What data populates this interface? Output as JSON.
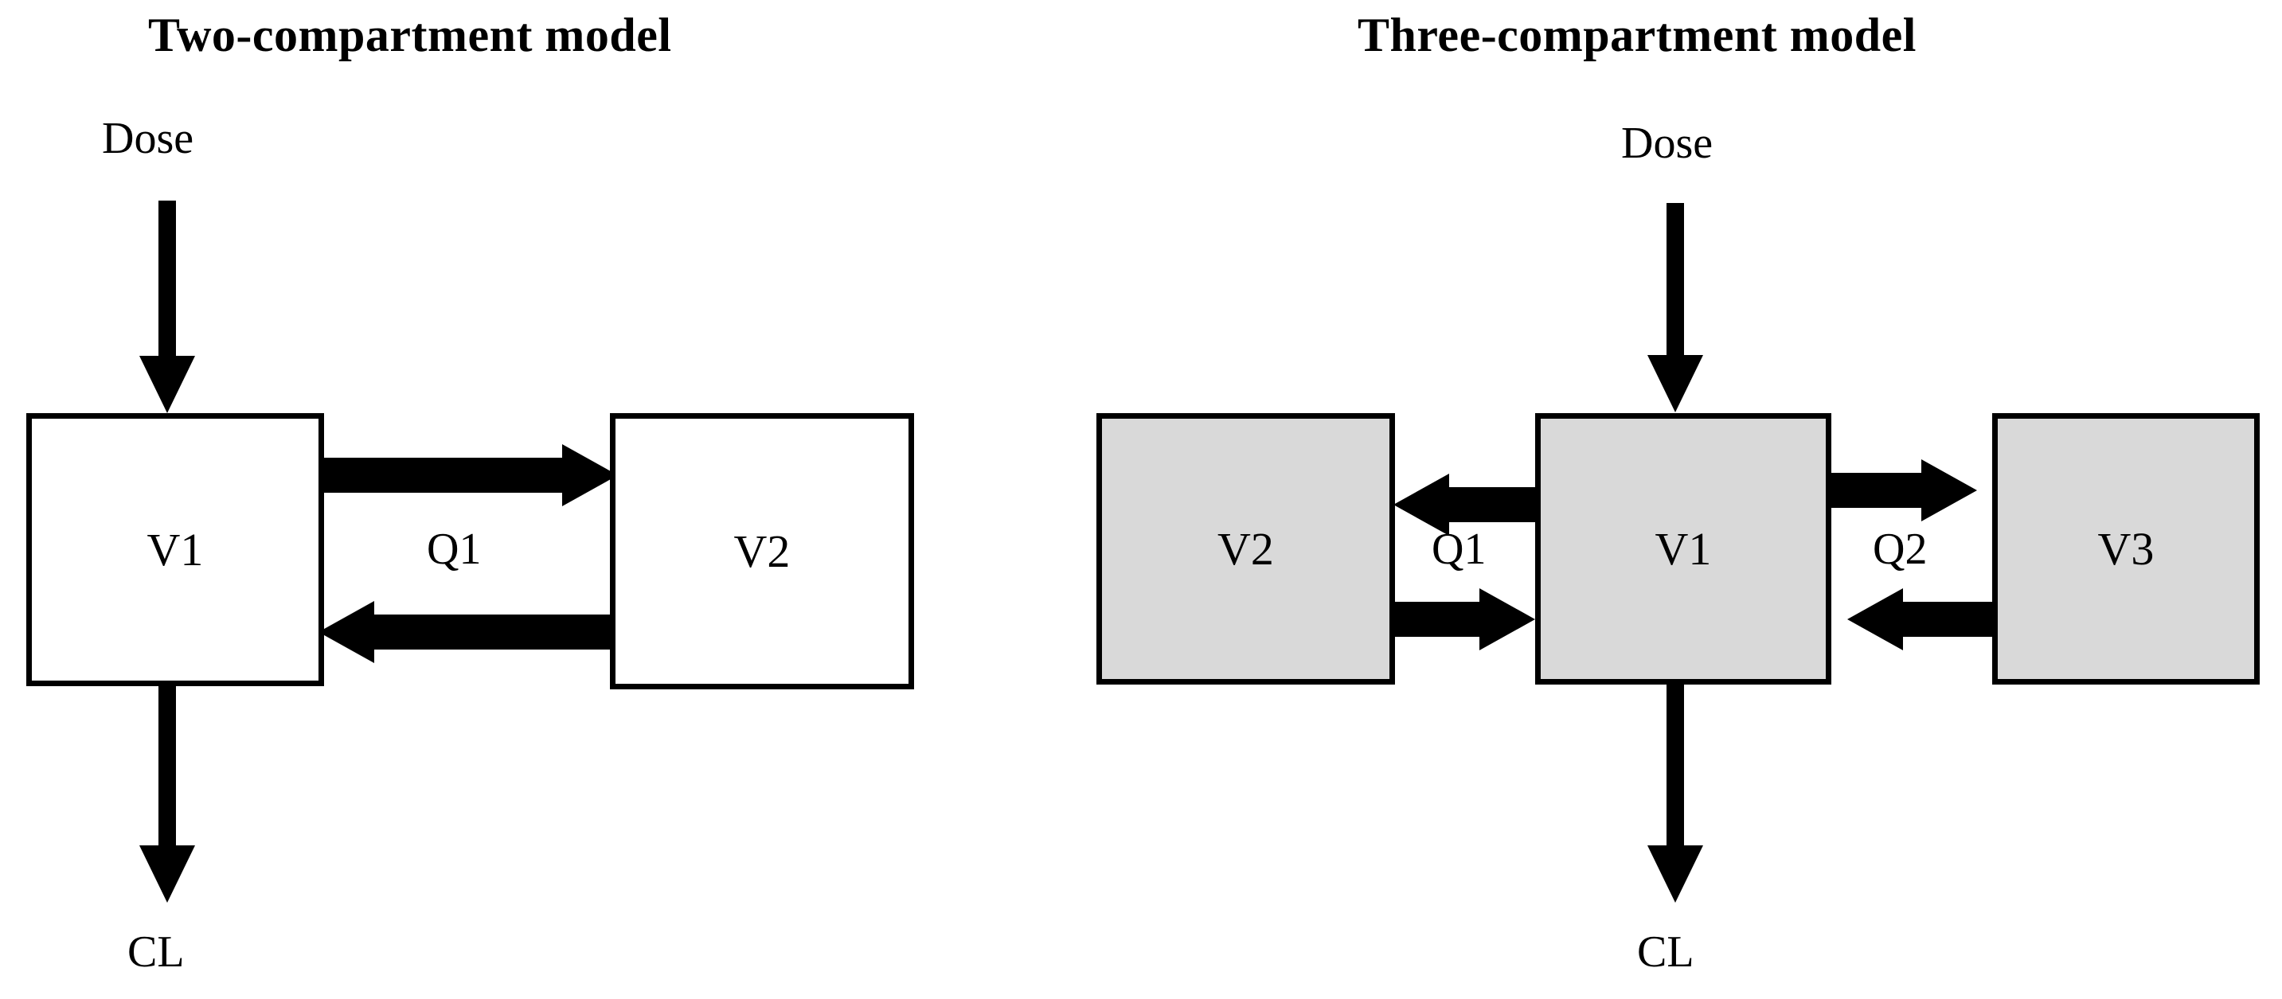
{
  "figure": {
    "background_color": "#ffffff",
    "stroke_color": "#000000",
    "panels": [
      {
        "id": "two-compartment",
        "title": "Two-compartment model",
        "box_fill": "#ffffff",
        "input_label": "Dose",
        "output_label": "CL",
        "compartments": [
          {
            "id": "v1",
            "label": "V1"
          },
          {
            "id": "v2",
            "label": "V2"
          }
        ],
        "flows": [
          {
            "id": "q1",
            "label": "Q1",
            "from": "V1",
            "to": "V2",
            "bidirectional": true
          }
        ]
      },
      {
        "id": "three-compartment",
        "title": "Three-compartment model",
        "box_fill": "#d9d9d9",
        "input_label": "Dose",
        "output_label": "CL",
        "compartments": [
          {
            "id": "v2",
            "label": "V2"
          },
          {
            "id": "v1",
            "label": "V1"
          },
          {
            "id": "v3",
            "label": "V3"
          }
        ],
        "flows": [
          {
            "id": "q1",
            "label": "Q1",
            "from": "V1",
            "to": "V2",
            "bidirectional": true
          },
          {
            "id": "q2",
            "label": "Q2",
            "from": "V1",
            "to": "V3",
            "bidirectional": true
          }
        ]
      }
    ]
  }
}
